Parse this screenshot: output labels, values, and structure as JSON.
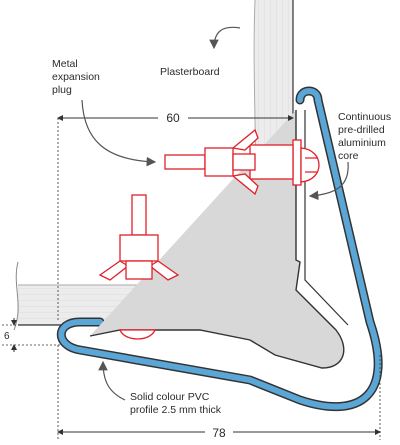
{
  "labels": {
    "metal_plug": [
      "Metal",
      "expansion",
      "plug"
    ],
    "plasterboard": "Plasterboard",
    "core": [
      "Continuous",
      "pre-drilled",
      "aluminium",
      "core"
    ],
    "pvc": [
      "Solid colour PVC",
      "profile 2.5 mm thick"
    ]
  },
  "dimensions": {
    "width_top": "60",
    "width_bottom": "78",
    "thickness": "6"
  },
  "colors": {
    "pvc_blue": "#5aa6d6",
    "fixing_red": "#e0202a",
    "wall_grey": "#eaeaea",
    "outline": "#333333"
  }
}
